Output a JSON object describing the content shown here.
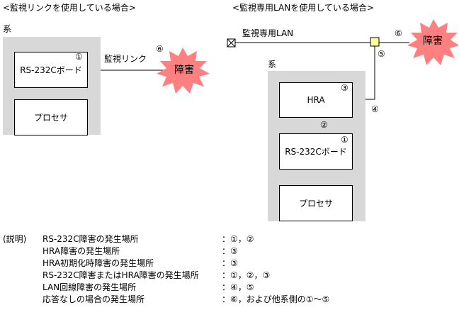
{
  "left": {
    "heading": "<監視リンクを使用している場合>",
    "system_label": "系",
    "board_label": "RS-232Cボード",
    "board_num": "①",
    "processor_label": "プロセサ",
    "link_label": "監視リンク",
    "link_num": "⑥",
    "failure_label": "障害"
  },
  "right": {
    "heading": "<監視専用LANを使用している場合>",
    "lan_label": "監視専用LAN",
    "system_label": "系",
    "hra_label": "HRA",
    "hra_num": "③",
    "conn_num": "②",
    "board_label": "RS-232Cボード",
    "board_num": "①",
    "processor_label": "プロセサ",
    "lan_num": "⑤",
    "cable_num": "④",
    "failure_num": "⑥",
    "failure_label": "障害"
  },
  "legend": {
    "title": "(説明)",
    "rows": [
      {
        "label": "RS-232C障害の発生場所",
        "value": "：①，②"
      },
      {
        "label": "HRA障害の発生場所",
        "value": "：③"
      },
      {
        "label": "HRA初期化時障害の発生場所",
        "value": "：③"
      },
      {
        "label": "RS-232C障害またはHRA障害の発生場所",
        "value": "：①，②，③"
      },
      {
        "label": "LAN回線障害の発生場所",
        "value": "：④，⑤"
      },
      {
        "label": "応答なしの場合の発生場所",
        "value": "：⑥，および他系側の①～⑤"
      }
    ]
  },
  "colors": {
    "system_bg": "#d8d8d8",
    "failure_fill": "#ff8080",
    "hub_fill": "#ffffa0"
  }
}
